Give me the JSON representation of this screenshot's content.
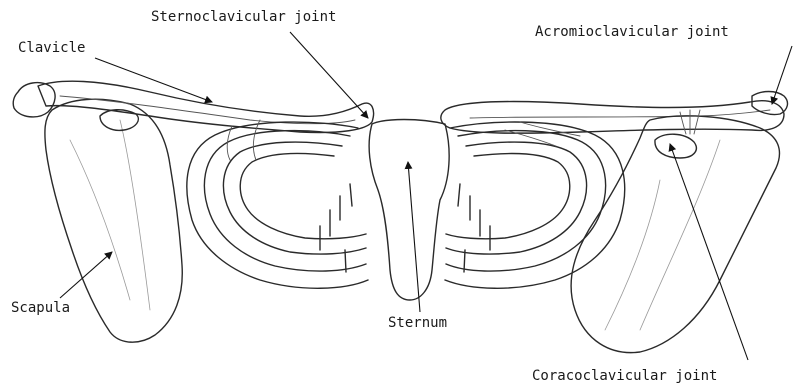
{
  "labels": {
    "sternoclavicular": "Sternoclavicular joint",
    "acromioclavicular": "Acromioclavicular joint",
    "clavicle": "Clavicle",
    "scapula": "Scapula",
    "sternum": "Sternum",
    "coracoclavicular": "Coracoclavicular joint"
  }
}
